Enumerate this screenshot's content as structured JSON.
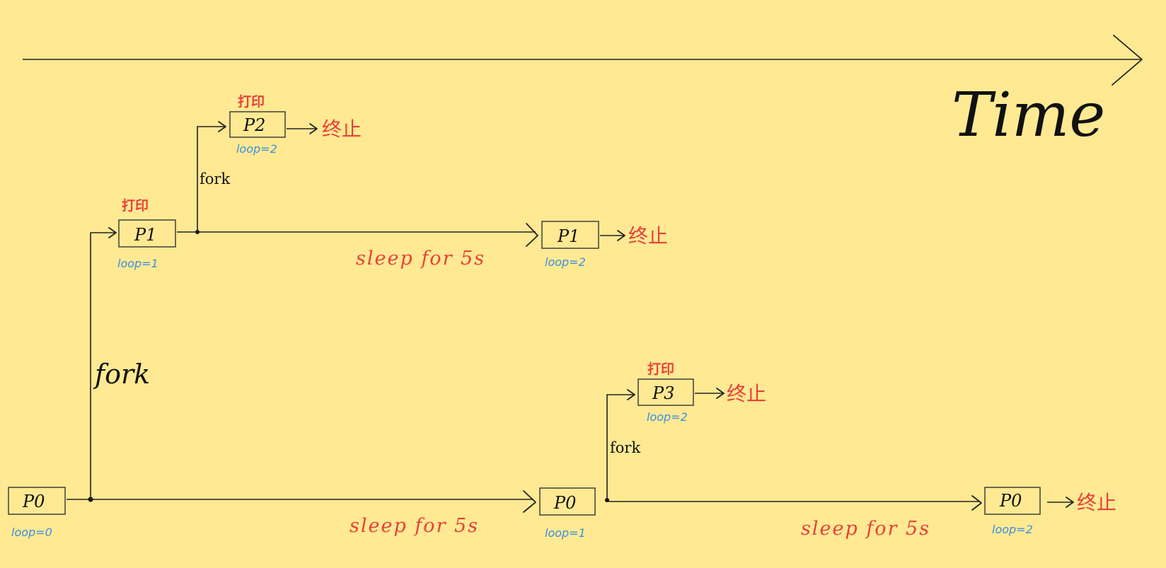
{
  "diagram": {
    "time_label": "Time",
    "processes": {
      "p0_start": {
        "name": "P0",
        "loop": "loop=0"
      },
      "p1_first": {
        "name": "P1",
        "loop": "loop=1",
        "note": "打印"
      },
      "p2": {
        "name": "P2",
        "loop": "loop=2",
        "note": "打印",
        "end": "终止"
      },
      "p1_end": {
        "name": "P1",
        "loop": "loop=2",
        "end": "终止"
      },
      "p0_mid": {
        "name": "P0",
        "loop": "loop=1"
      },
      "p3": {
        "name": "P3",
        "loop": "loop=2",
        "note": "打印",
        "end": "终止"
      },
      "p0_end": {
        "name": "P0",
        "loop": "loop=2",
        "end": "终止"
      }
    },
    "forks": {
      "p0_to_p1": "fork",
      "p1_to_p2": "fork",
      "p0_to_p3": "fork"
    },
    "sleeps": {
      "p1": "sleep for 5s",
      "p0_first": "sleep for 5s",
      "p0_second": "sleep for 5s"
    },
    "colors": {
      "background": "#FFE993",
      "annotation_red": "#E8413A",
      "loop_blue": "#3D8FE0",
      "ink": "#222222"
    }
  }
}
